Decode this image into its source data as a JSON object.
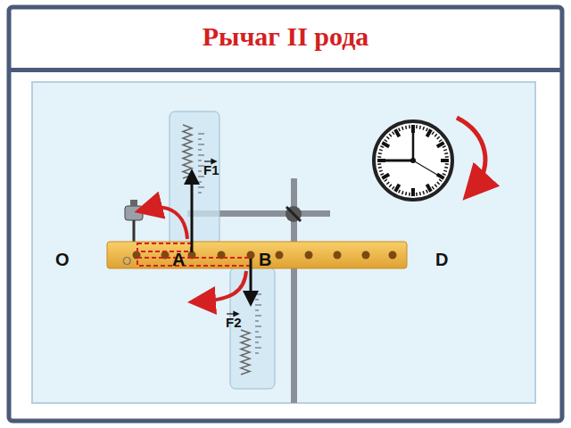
{
  "diagram": {
    "title": "Рычаг II рода",
    "labels": [
      "O",
      "O",
      "A",
      "B",
      "D",
      "F1",
      "F2"
    ]
  }
}
